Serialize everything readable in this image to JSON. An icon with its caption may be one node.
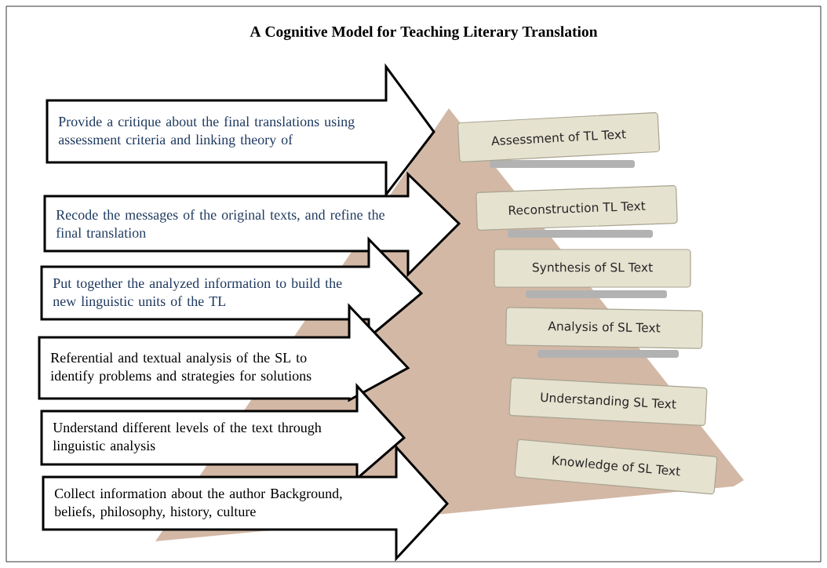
{
  "diagram": {
    "title": "A Cognitive Model for Teaching Literary Translation",
    "nodes": [
      {
        "text": [
          "Provide a critique about the final translations using assessment criteria and linking theory of"
        ]
      },
      {
        "text": [
          "Assessment of TL Text"
        ]
      },
      {
        "text": [
          "Recode the messages of the original texts, and refine the final translation"
        ]
      },
      {
        "text": [
          "Reconstruction  TL Text"
        ]
      },
      {
        "text": [
          "Put together the analyzed information to build the new linguistic units of the TL"
        ]
      },
      {
        "text": [
          "Synthesis of SL Text"
        ]
      },
      {
        "text": [
          "Referential and textual analysis of the SL to identify problems and strategies for solutions"
        ]
      },
      {
        "text": [
          "Analysis of SL Text"
        ]
      },
      {
        "text": [
          "Understand different levels of the text through linguistic analysis"
        ]
      },
      {
        "text": [
          "Understanding SL Text"
        ]
      },
      {
        "text": [
          "Collect information about the author Background, beliefs, philosophy, history, culture"
        ]
      },
      {
        "text": [
          "Knowledge of SL  Text"
        ]
      }
    ]
  }
}
